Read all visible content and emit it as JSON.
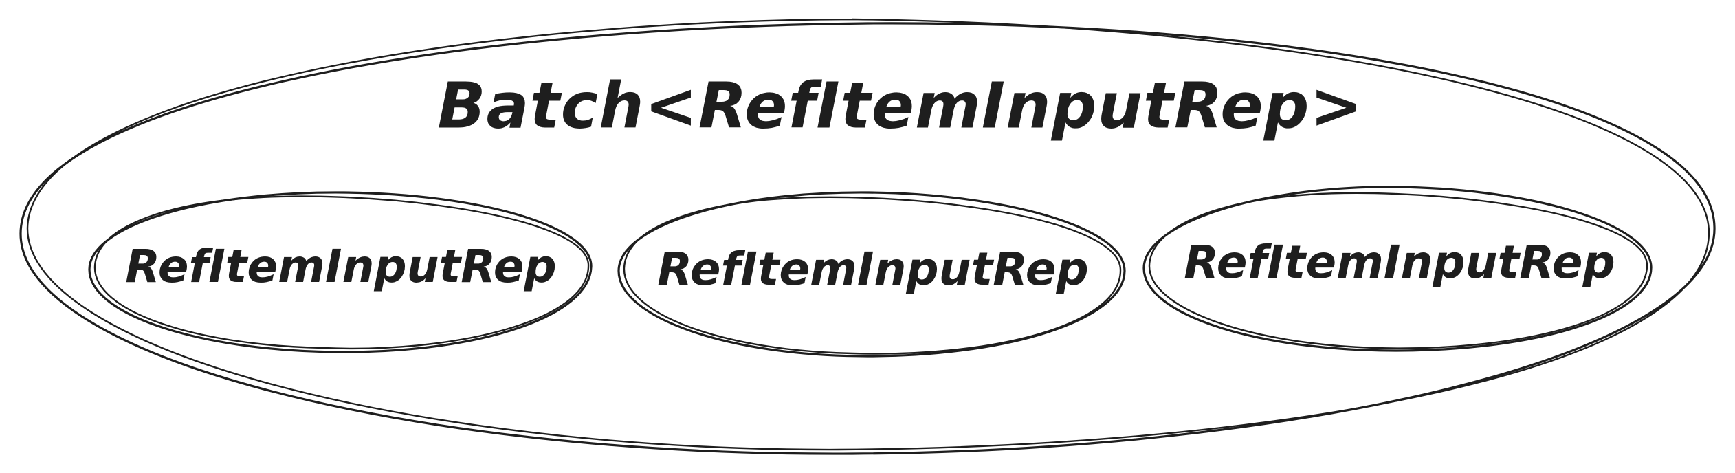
{
  "diagram": {
    "container": {
      "label": "Batch<RefItemInputRep>"
    },
    "items": [
      {
        "label": "RefItemInputRep"
      },
      {
        "label": "RefItemInputRep"
      },
      {
        "label": "RefItemInputRep"
      }
    ],
    "colors": {
      "stroke": "#1e1e1e",
      "background": "#ffffff"
    }
  }
}
